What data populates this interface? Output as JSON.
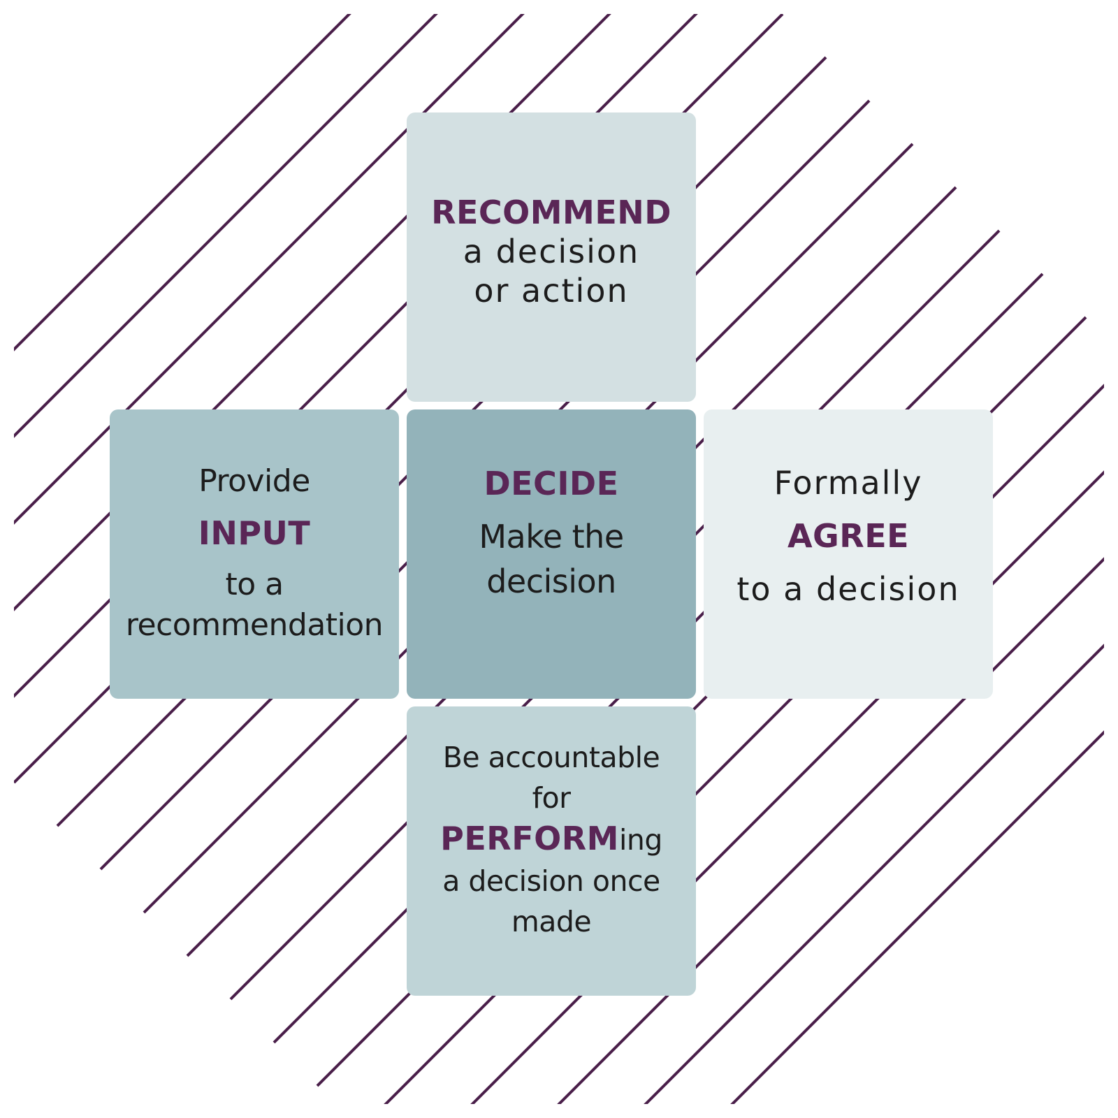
{
  "colors": {
    "stripe": "#4a1f4a",
    "keyword": "#5a2656",
    "text": "#1c1c1c",
    "recommend_bg": "#d3e0e2",
    "input_bg": "#a8c4c9",
    "decide_bg": "#93b3ba",
    "agree_bg": "#e8eff0",
    "perform_bg": "#bfd4d7"
  },
  "roles": {
    "recommend": {
      "keyword": "RECOMMEND",
      "line1": "a decision",
      "line2": "or action"
    },
    "input": {
      "pre": "Provide",
      "keyword": "INPUT",
      "line1": "to a",
      "line2": "recommendation"
    },
    "decide": {
      "keyword": "DECIDE",
      "line1": "Make the",
      "line2": "decision"
    },
    "agree": {
      "pre": "Formally",
      "keyword": "AGREE",
      "line1": "to a decision"
    },
    "perform": {
      "line1": "Be accountable",
      "line2": "for",
      "keyword": "PERFORM",
      "suffix": "ing",
      "line3": "a decision once",
      "line4": "made"
    }
  }
}
